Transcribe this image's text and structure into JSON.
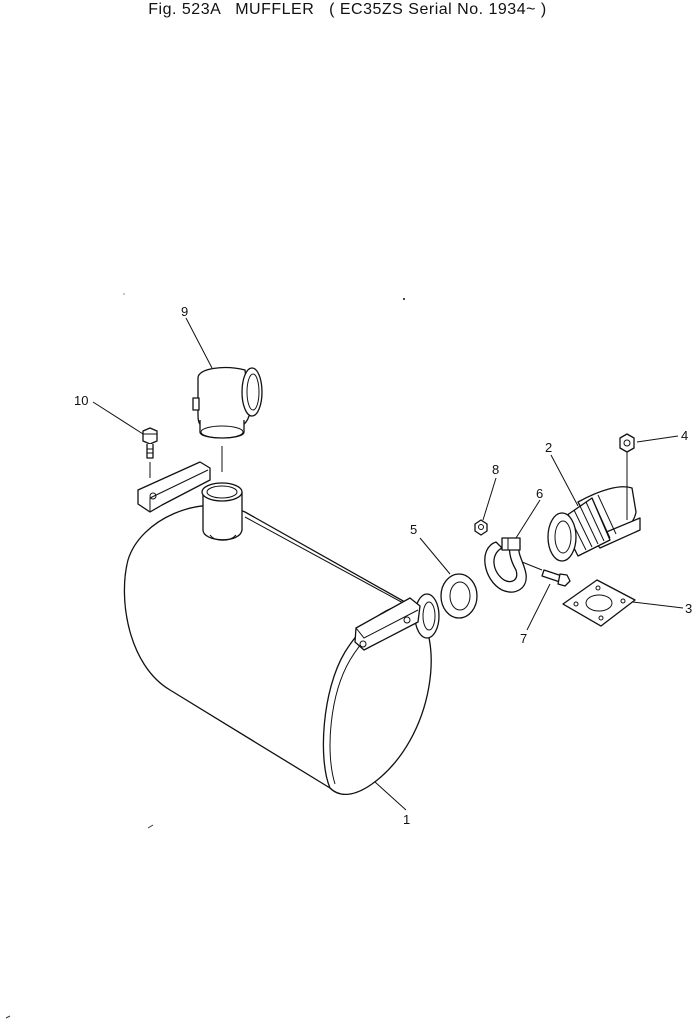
{
  "figure": {
    "title": "Fig. 523A   MUFFLER   ( EC35ZS Serial No. 1934~ )"
  },
  "parts": [
    {
      "no": "1"
    },
    {
      "no": "2"
    },
    {
      "no": "3"
    },
    {
      "no": "4"
    },
    {
      "no": "5"
    },
    {
      "no": "6"
    },
    {
      "no": "7"
    },
    {
      "no": "8"
    },
    {
      "no": "9"
    },
    {
      "no": "10"
    }
  ]
}
